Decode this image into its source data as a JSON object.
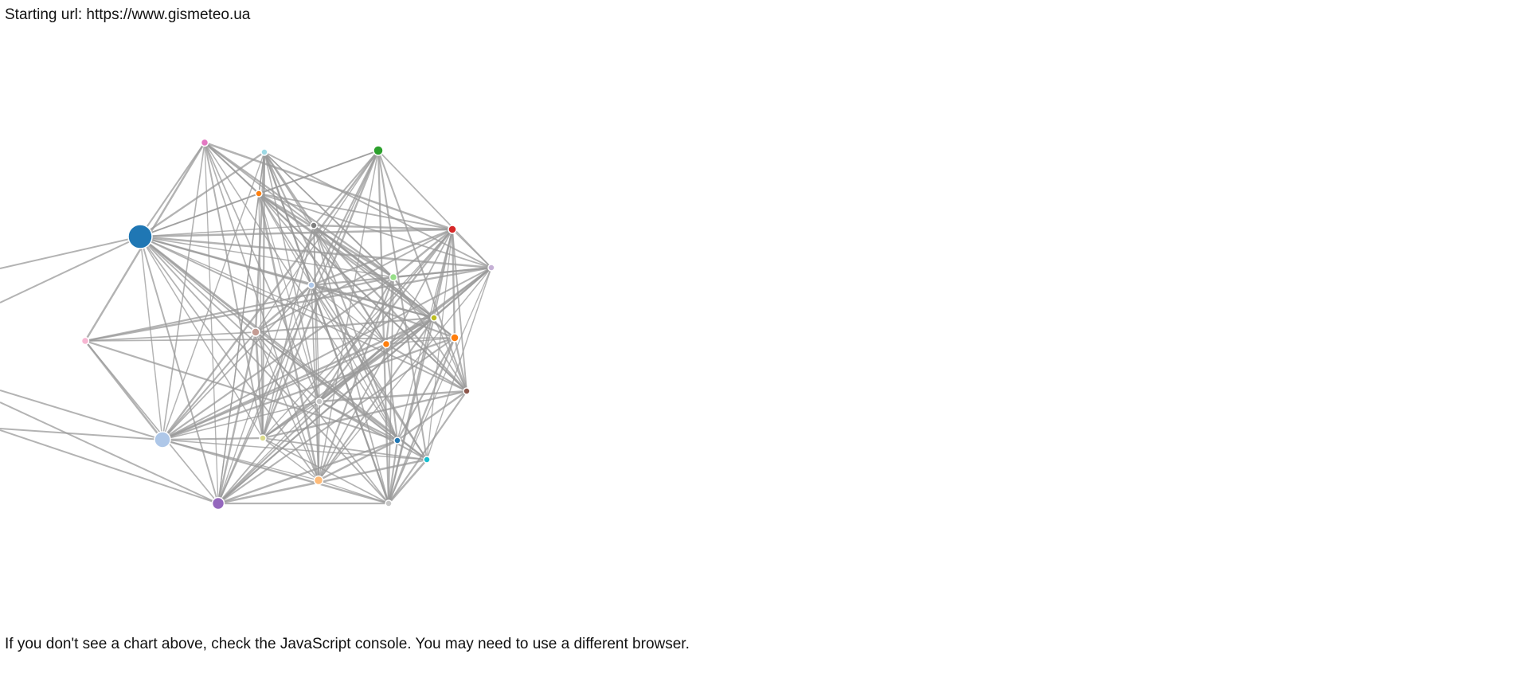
{
  "header": {
    "starting_url_text": "Starting url: https://www.gismeteo.ua"
  },
  "footer": {
    "notice_text": "If you don't see a chart above, check the JavaScript console. You may need to use a different browser."
  },
  "graph": {
    "nodes": [
      {
        "id": "n1",
        "color": "#1f77b4"
      },
      {
        "id": "n2",
        "color": "#aec7e8"
      },
      {
        "id": "n3",
        "color": "#9467bd"
      },
      {
        "id": "n4",
        "color": "#e377c2"
      },
      {
        "id": "n5",
        "color": "#9edae5"
      },
      {
        "id": "n6",
        "color": "#2ca02c"
      },
      {
        "id": "n7",
        "color": "#ff7f0e"
      },
      {
        "id": "n8",
        "color": "#7f7f7f"
      },
      {
        "id": "n9",
        "color": "#d62728"
      },
      {
        "id": "n10",
        "color": "#c5b0d5"
      },
      {
        "id": "n11",
        "color": "#aec7e8"
      },
      {
        "id": "n12",
        "color": "#98df8a"
      },
      {
        "id": "n13",
        "color": "#f7b6d2"
      },
      {
        "id": "n14",
        "color": "#c49c94"
      },
      {
        "id": "n15",
        "color": "#bcbd22"
      },
      {
        "id": "n16",
        "color": "#ff7f0e"
      },
      {
        "id": "n17",
        "color": "#ff7f0e"
      },
      {
        "id": "n18",
        "color": "#8c564b"
      },
      {
        "id": "n19",
        "color": "#c7c7c7"
      },
      {
        "id": "n20",
        "color": "#dbdb8d"
      },
      {
        "id": "n21",
        "color": "#1f77b4"
      },
      {
        "id": "n22",
        "color": "#17becf"
      },
      {
        "id": "n23",
        "color": "#ffbb78"
      },
      {
        "id": "n24",
        "color": "#c7c7c7"
      }
    ]
  }
}
